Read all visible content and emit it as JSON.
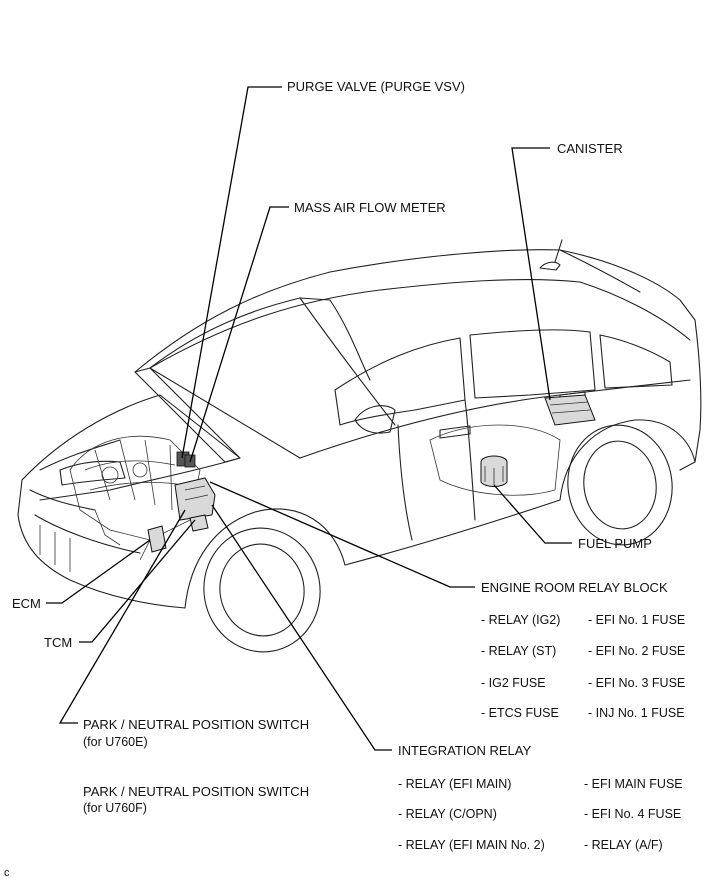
{
  "labels": {
    "purge_valve": "PURGE VALVE (PURGE VSV)",
    "mass_air_flow": "MASS AIR FLOW METER",
    "canister": "CANISTER",
    "fuel_pump": "FUEL PUMP",
    "engine_room_relay_block": "ENGINE ROOM RELAY BLOCK",
    "ecm": "ECM",
    "tcm": "TCM",
    "pnp_switch_1": "PARK / NEUTRAL POSITION SWITCH",
    "pnp_switch_1_note": "(for U760E)",
    "pnp_switch_2": "PARK / NEUTRAL POSITION SWITCH",
    "pnp_switch_2_note": "(for U760F)",
    "integration_relay": "INTEGRATION RELAY",
    "corner_mark": "c"
  },
  "relay_block_items": [
    "- RELAY (IG2)",
    "- EFI No. 1 FUSE",
    "- RELAY  (ST)",
    "- EFI No. 2 FUSE",
    "- IG2 FUSE",
    "- EFI No. 3 FUSE",
    "- ETCS FUSE",
    "- INJ No. 1 FUSE"
  ],
  "integration_relay_items": [
    "- RELAY (EFI MAIN)",
    "- EFI MAIN FUSE",
    "- RELAY (C/OPN)",
    "- EFI No. 4 FUSE",
    "- RELAY (EFI MAIN No. 2)",
    "- RELAY (A/F)"
  ]
}
